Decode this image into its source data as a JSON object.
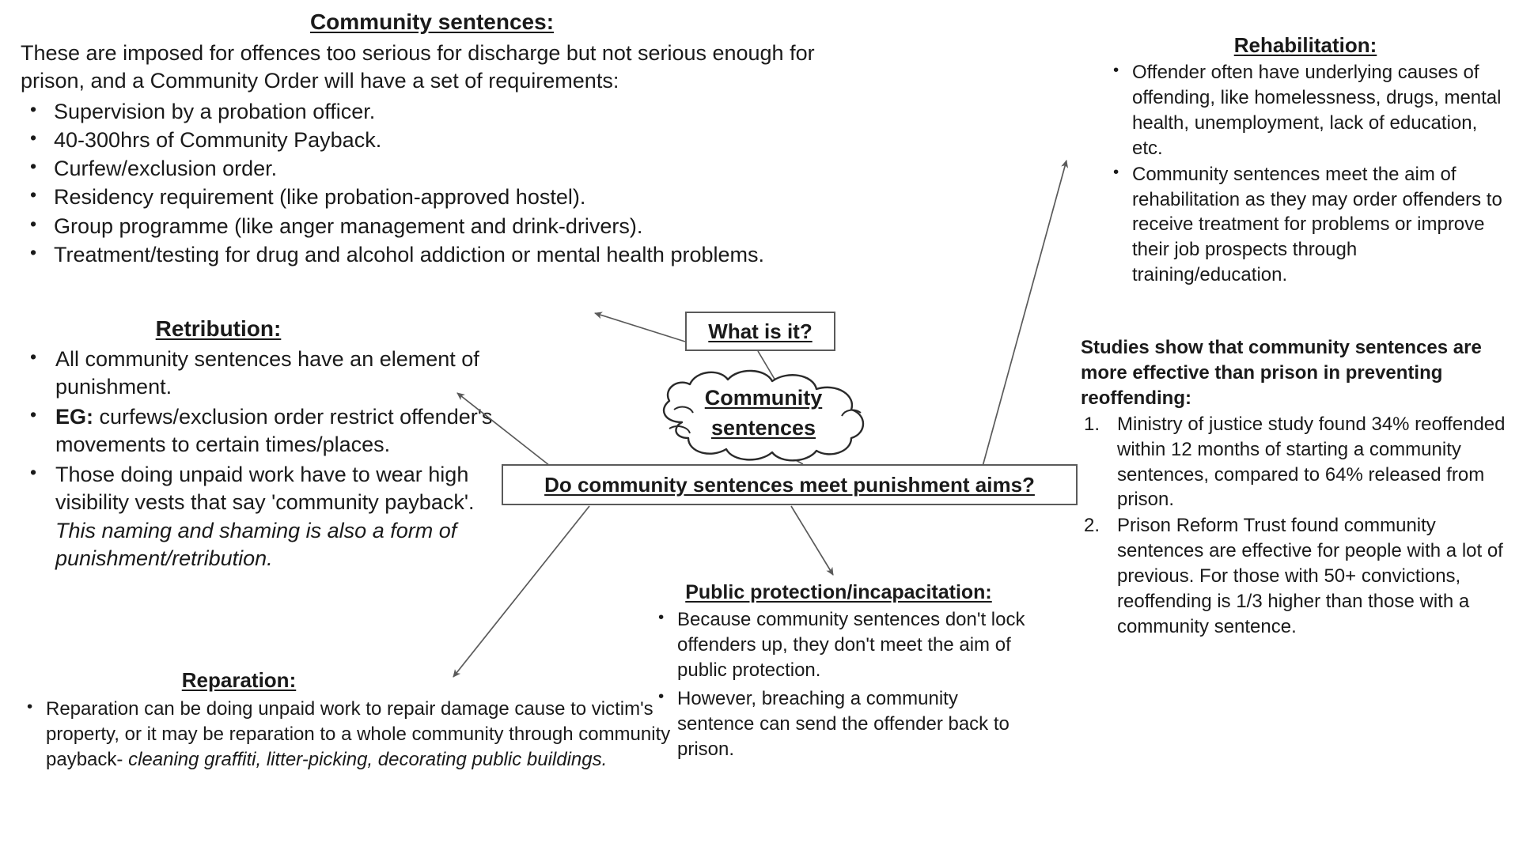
{
  "diagram": {
    "title": "Community sentences mind map",
    "center_node": {
      "line1": "Community",
      "line2": "sentences",
      "shape": "cloud"
    },
    "boxes": [
      {
        "id": "what-is-it",
        "label": "What is it?"
      },
      {
        "id": "punishment-aims",
        "label": "Do community sentences meet punishment aims?"
      }
    ]
  },
  "community_sentences": {
    "heading": "Community sentences:",
    "intro": "These are imposed for offences too serious for discharge but not serious enough for prison, and a Community Order will have a set of requirements:",
    "bullets": [
      "Supervision by a probation officer.",
      "40-300hrs of Community Payback.",
      "Curfew/exclusion order.",
      "Residency requirement (like probation-approved hostel).",
      "Group programme (like anger management and drink-drivers).",
      "Treatment/testing for drug and alcohol addiction or mental health problems."
    ]
  },
  "retribution": {
    "heading": "Retribution:",
    "bullets": [
      {
        "plain": "All community sentences have an element of punishment."
      },
      {
        "bold_prefix": "EG:",
        "plain": " curfews/exclusion order restrict offender's movements to certain times/places."
      },
      {
        "plain": "Those doing unpaid work have to wear high visibility vests that say 'community payback'. ",
        "italic": "This naming and shaming is also a form of punishment/retribution."
      }
    ]
  },
  "reparation": {
    "heading": "Reparation:",
    "bullets": [
      {
        "plain": "Reparation can be doing unpaid work to repair damage cause to victim's property, or it may be reparation to a whole community through community payback- ",
        "italic": "cleaning graffiti, litter-picking, decorating public buildings."
      }
    ]
  },
  "public_protection": {
    "heading": "Public protection/incapacitation:",
    "bullets": [
      "Because community sentences don't lock offenders up, they don't meet the aim of public protection.",
      "However, breaching a community sentence can send the offender back to prison."
    ]
  },
  "rehabilitation": {
    "heading": "Rehabilitation:",
    "bullets": [
      "Offender often have underlying causes of offending, like homelessness, drugs, mental health, unemployment, lack of education, etc.",
      "Community sentences meet the aim of rehabilitation as they may order offenders to receive treatment for problems or improve their job prospects through training/education."
    ]
  },
  "studies": {
    "lead": "Studies show that community sentences are more effective than prison in preventing reoffending:",
    "items": [
      "Ministry of justice study found 34% reoffended within 12 months of starting a community sentences, compared to 64% released from prison.",
      "Prison Reform Trust found community sentences are effective for people with a lot of previous. For those with 50+ convictions, reoffending is 1/3 higher than those with a community sentence."
    ]
  },
  "colors": {
    "text": "#1a1a1a",
    "line": "#5a5a5a",
    "background": "#ffffff"
  }
}
